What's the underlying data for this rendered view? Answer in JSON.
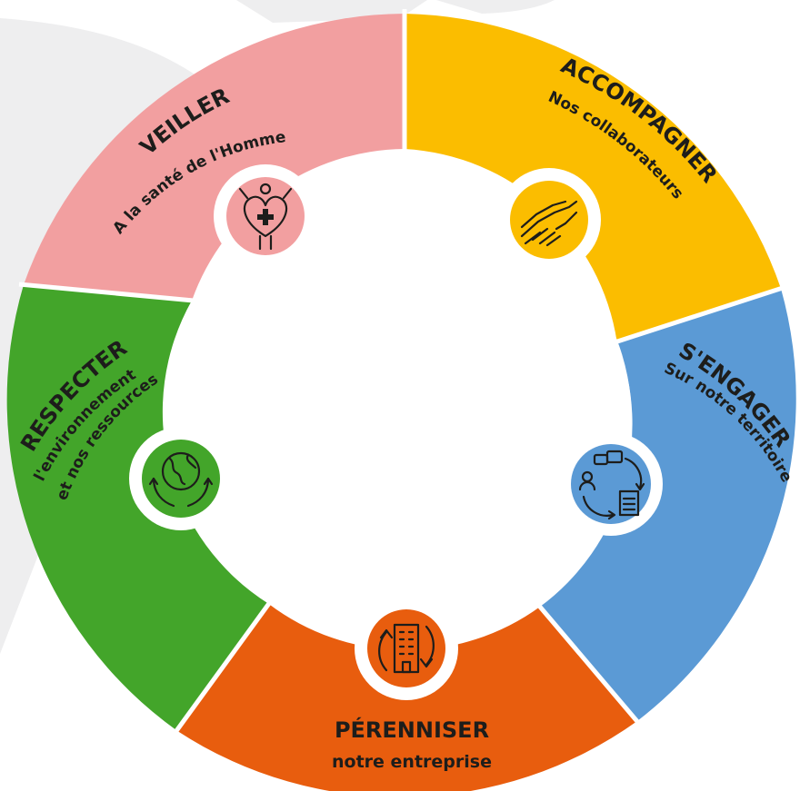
{
  "colors": {
    "veiller": "#f29fa0",
    "accompagner": "#fbbd00",
    "sengager": "#5b9ad5",
    "perenniser": "#e85d0e",
    "respecter": "#43a52a",
    "backdrop": "#eeeeef"
  },
  "segments": {
    "veiller": {
      "title": "VEILLER",
      "subtitle": "A la santé de l'Homme",
      "icon": "health-heart-icon"
    },
    "accompagner": {
      "title": "ACCOMPAGNER",
      "subtitle": "Nos collaborateurs",
      "icon": "handshake-icon"
    },
    "sengager": {
      "title": "S'ENGAGER",
      "subtitle": "Sur notre territoire",
      "icon": "community-exchange-icon"
    },
    "perenniser": {
      "title": "PÉRENNISER",
      "subtitle": "notre entreprise",
      "icon": "building-cycle-icon"
    },
    "respecter": {
      "title": "RESPECTER",
      "subtitle_line1": "l'environnement",
      "subtitle_line2": "et nos ressources",
      "icon": "globe-hands-icon"
    }
  }
}
